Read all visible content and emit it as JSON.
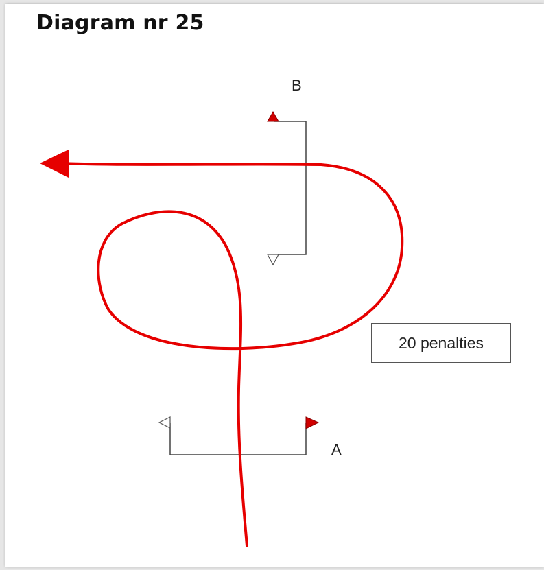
{
  "title": "Diagram nr 25",
  "labels": {
    "point_b": "B",
    "point_a": "A"
  },
  "note": "20 penalties",
  "colors": {
    "path": "#e60000",
    "frame": "#444444",
    "flag_filled": "#d00000"
  }
}
